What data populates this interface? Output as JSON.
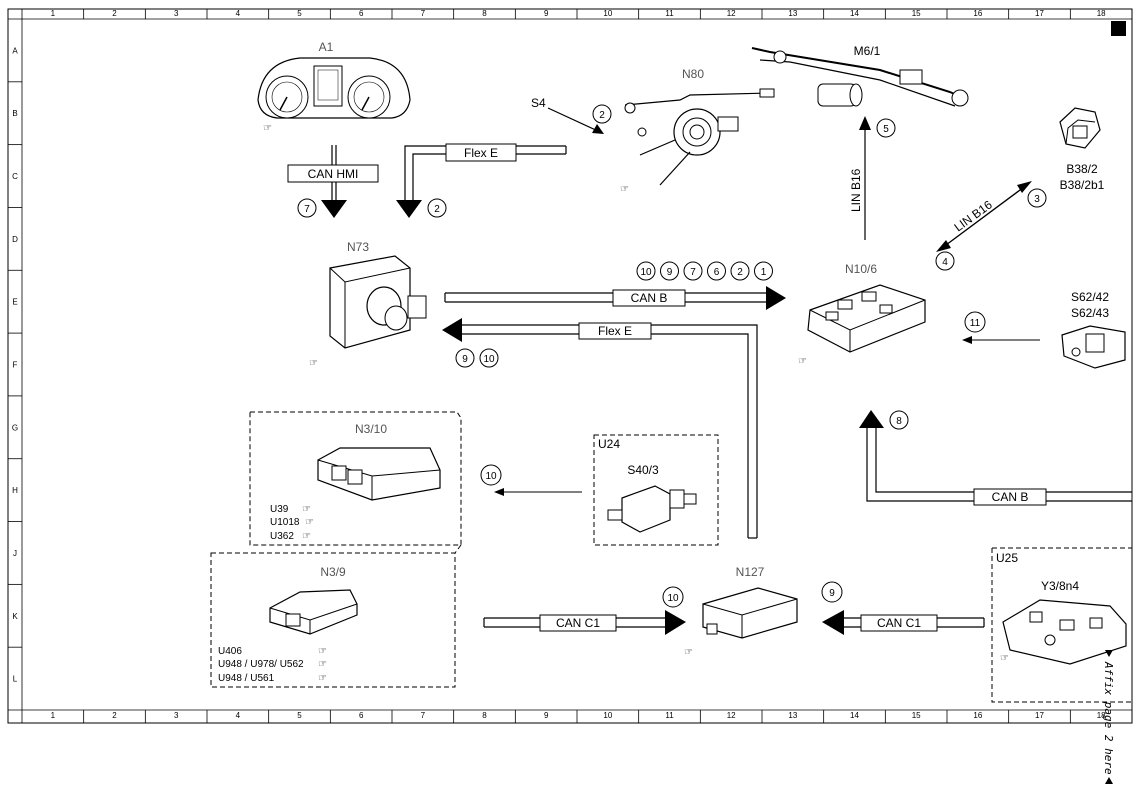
{
  "grid": {
    "columns": [
      "1",
      "2",
      "3",
      "4",
      "5",
      "6",
      "7",
      "8",
      "9",
      "10",
      "11",
      "12",
      "13",
      "14",
      "15",
      "16",
      "17",
      "18"
    ],
    "rows": [
      "A",
      "B",
      "C",
      "D",
      "E",
      "F",
      "G",
      "H",
      "J",
      "K",
      "L"
    ]
  },
  "components": {
    "a1": "A1",
    "n80": "N80",
    "m6_1": "M6/1",
    "s4": "S4",
    "b38": [
      "B38/2",
      "B38/2b1"
    ],
    "n73": "N73",
    "n10_6": "N10/6",
    "s62": [
      "S62/42",
      "S62/43"
    ],
    "n3_10": "N3/10",
    "n3_9": "N3/9",
    "u24": "U24",
    "s40_3": "S40/3",
    "n127": "N127",
    "u25": "U25",
    "y3_8n4": "Y3/8n4"
  },
  "buses": {
    "can_hmi": "CAN HMI",
    "flex_e_top": "Flex E",
    "can_b_mid": "CAN B",
    "flex_e_mid": "Flex E",
    "lin_b16_vert": "LIN B16",
    "lin_b16_diag": "LIN B16",
    "can_b_low": "CAN B",
    "can_c1_left": "CAN C1",
    "can_c1_right": "CAN C1"
  },
  "circle_numbers": {
    "c7": "7",
    "c2a": "2",
    "c2b": "2",
    "c5": "5",
    "c3": "3",
    "c4": "4",
    "can_b_row": [
      "10",
      "9",
      "7",
      "6",
      "2",
      "1"
    ],
    "c11": "11",
    "flex_row": [
      "9",
      "10"
    ],
    "c8": "8",
    "c10a": "10",
    "c10b": "10",
    "c9": "9"
  },
  "codes": {
    "n3_10": [
      "U39",
      "U1018",
      "U362"
    ],
    "n3_9": [
      "U406",
      "U948 / U978/ U562",
      "U948 / U561"
    ]
  },
  "side_note": "Affix page 2 here"
}
